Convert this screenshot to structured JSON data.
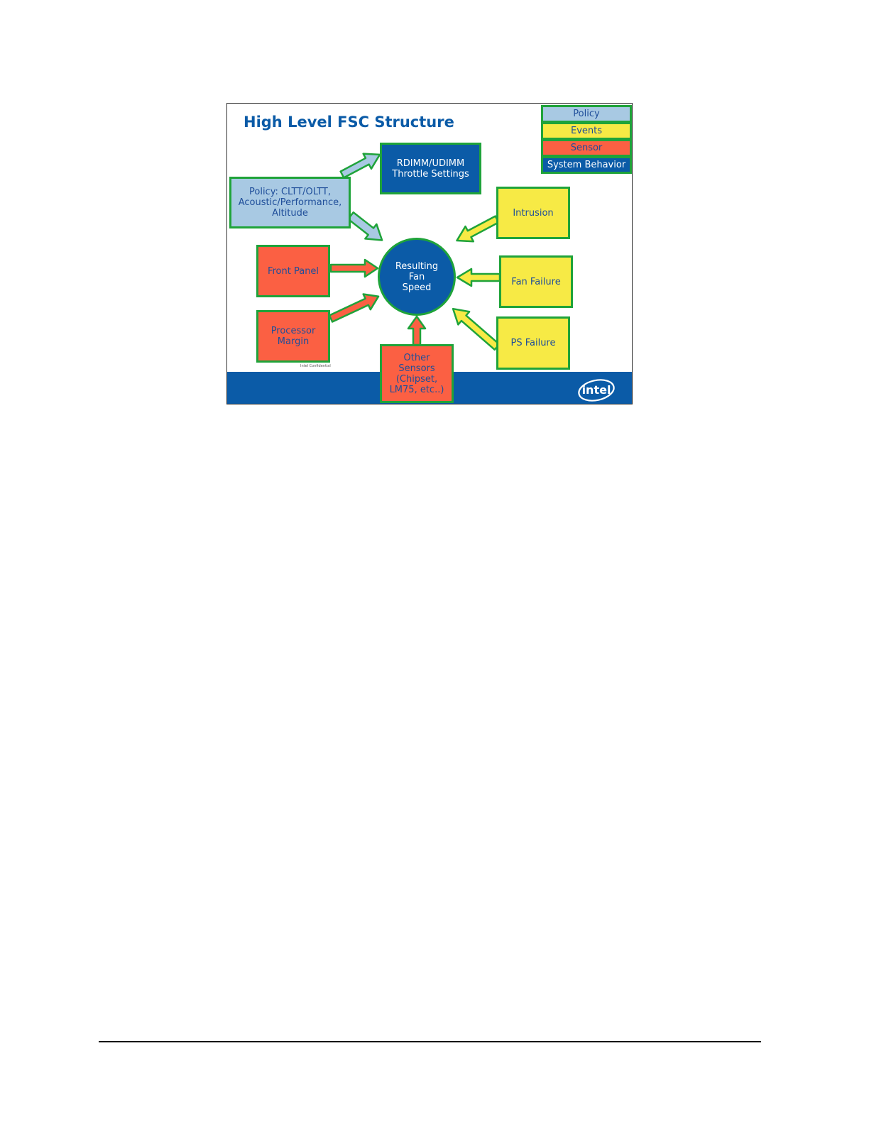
{
  "slide": {
    "title": "High Level FSC Structure",
    "confidential": "Intel Confidential",
    "logo_text": "intel"
  },
  "legend": [
    {
      "label": "Policy",
      "category": "policy",
      "color": "#a8c9e3"
    },
    {
      "label": "Events",
      "category": "event",
      "color": "#f7ea45"
    },
    {
      "label": "Sensor",
      "category": "sensor",
      "color": "#fb6043"
    },
    {
      "label": "System Behavior",
      "category": "system-behavior",
      "color": "#0b5ba7"
    }
  ],
  "nodes": {
    "policy": "Policy: CLTT/OLTT,\nAcoustic/Performance,\nAltitude",
    "throttle": "RDIMM/UDIMM\nThrottle Settings",
    "fan_speed": "Resulting\nFan\nSpeed",
    "front_panel": "Front Panel",
    "processor_margin": "Processor\nMargin",
    "other_sensors": "Other\nSensors\n(Chipset,\nLM75, etc..)",
    "intrusion": "Intrusion",
    "fan_failure": "Fan Failure",
    "ps_failure": "PS Failure"
  },
  "colors": {
    "border_green": "#1fa33a",
    "intel_blue": "#0b5ba7",
    "text_blue": "#1f4e9a"
  }
}
